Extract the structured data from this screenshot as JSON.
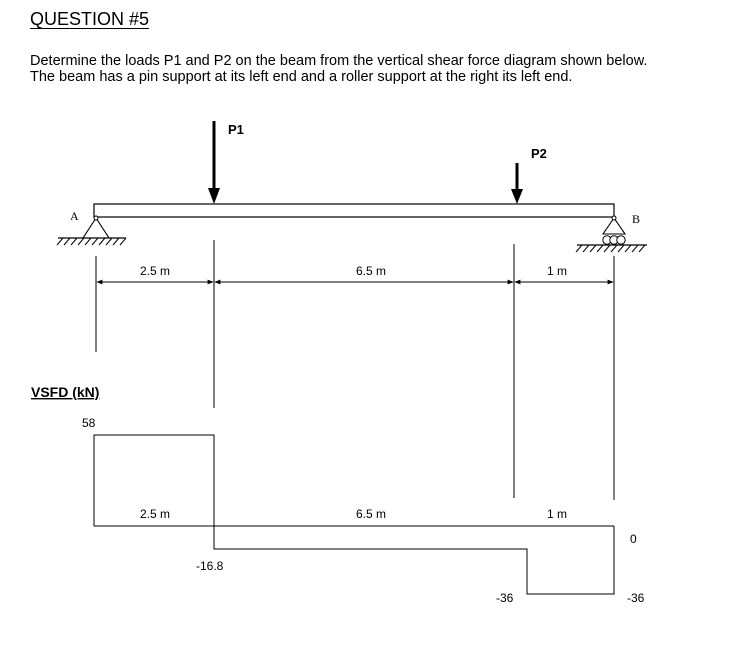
{
  "question": {
    "title": "QUESTION #5",
    "line1": "Determine the loads P1 and P2 on the beam from the vertical shear force diagram shown below.",
    "line2": "The beam has a pin support at its left end and a roller support at the right its left end."
  },
  "beam": {
    "support_a_label": "A",
    "support_b_label": "B",
    "load1_label": "P1",
    "load2_label": "P2",
    "dim1": "2.5 m",
    "dim2": "6.5 m",
    "dim3": "1 m"
  },
  "sfd": {
    "title": "VSFD (kN)",
    "dim1": "2.5 m",
    "dim2": "6.5 m",
    "dim3": "1 m",
    "v1": "58",
    "v2": "-16.8",
    "v3": "-36",
    "v4": "0",
    "v5": "-36"
  }
}
